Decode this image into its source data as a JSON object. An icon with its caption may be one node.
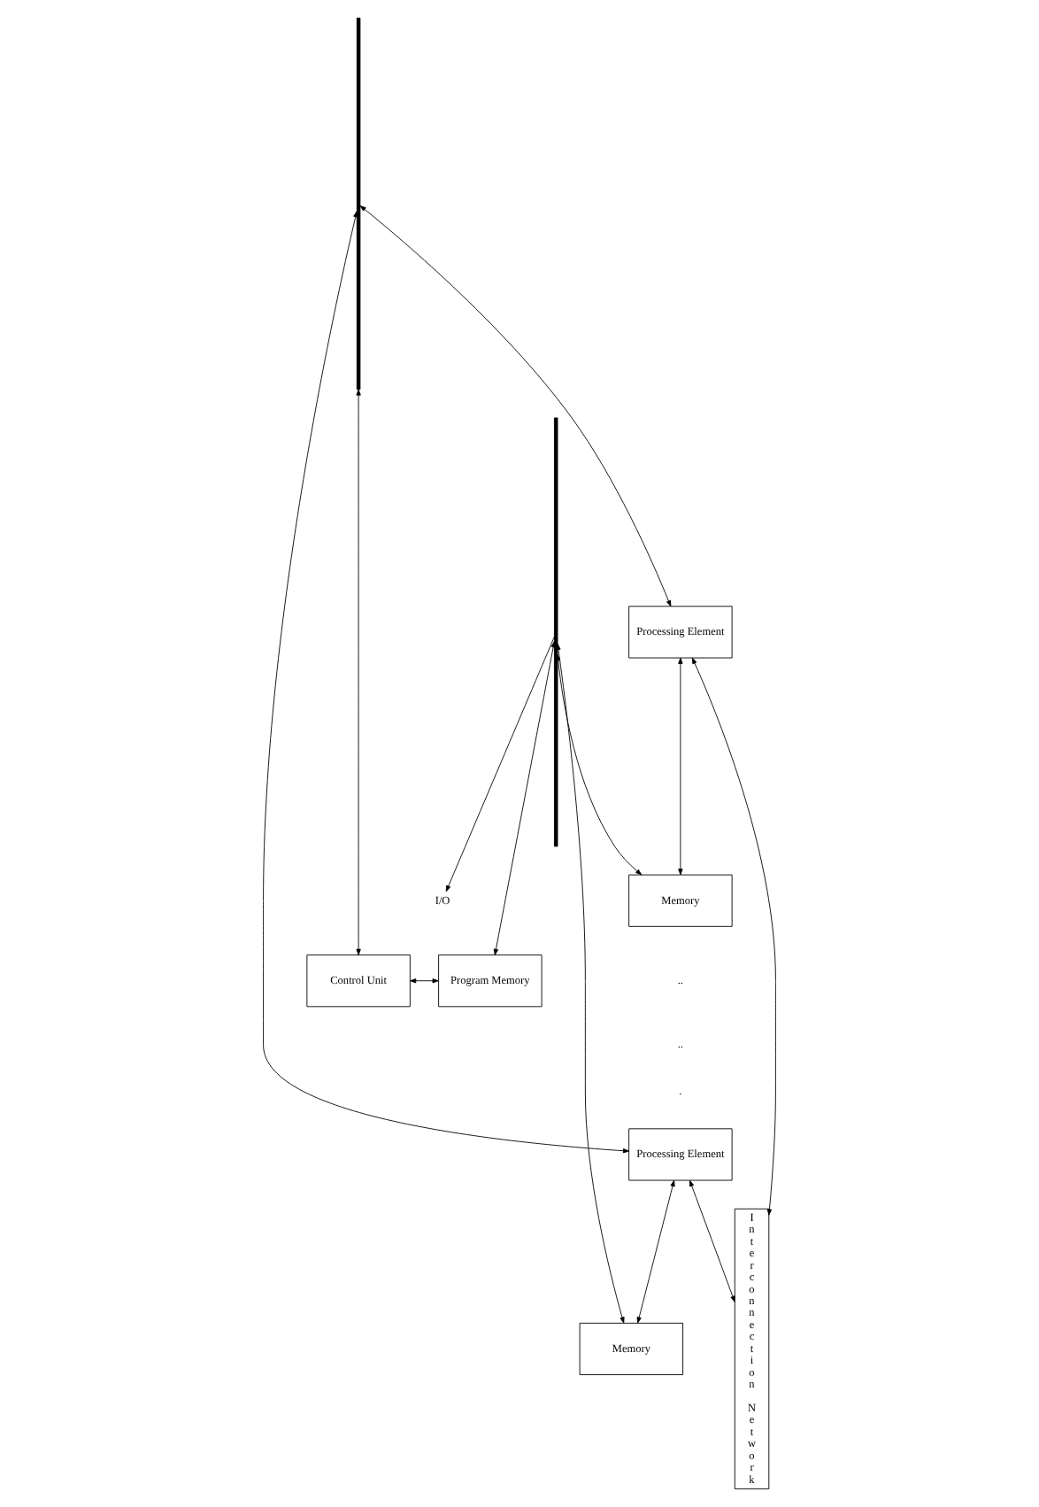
{
  "diagram": {
    "nodes": [
      {
        "text": [
          "I/O"
        ]
      },
      {
        "text": [
          "Control Unit"
        ]
      },
      {
        "text": [
          "Program Memory"
        ]
      },
      {
        "text": [],
        "shape": "bar"
      },
      {
        "text": [],
        "shape": "bar"
      },
      {
        "text": [
          "Interconnection Network"
        ]
      },
      {
        "text": [
          "Processing Element"
        ]
      },
      {
        "text": [
          "Memory"
        ]
      },
      {
        "text": [
          "Processing Element"
        ]
      },
      {
        "text": [
          "Memory"
        ]
      }
    ],
    "edges": [
      {
        "from": 3,
        "to": 0,
        "arrow": "to"
      },
      {
        "from": 4,
        "to": 1,
        "arrow": "both"
      },
      {
        "from": 1,
        "to": 2,
        "arrow": "both"
      },
      {
        "from": 3,
        "to": 2,
        "arrow": "both"
      },
      {
        "from": 4,
        "to": 6,
        "arrow": "both"
      },
      {
        "from": 6,
        "to": 5,
        "arrow": "both"
      },
      {
        "from": 6,
        "to": 7,
        "arrow": "both"
      },
      {
        "from": 3,
        "to": 7,
        "arrow": "both"
      },
      {
        "from": 4,
        "to": 8,
        "arrow": "both"
      },
      {
        "from": 8,
        "to": 5,
        "arrow": "both"
      },
      {
        "from": 8,
        "to": 9,
        "arrow": "both"
      },
      {
        "from": 3,
        "to": 9,
        "arrow": "both"
      }
    ],
    "labels": [
      "..",
      "..",
      "."
    ]
  }
}
